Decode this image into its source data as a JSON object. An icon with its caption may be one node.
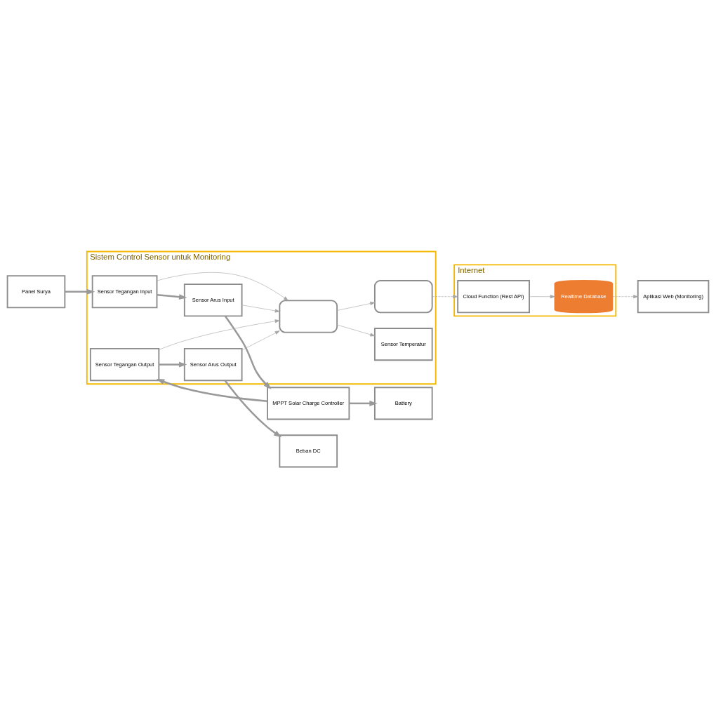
{
  "diagram": {
    "nodes": [
      {
        "text": [
          "Sistem Control Sensor untuk Monitoring"
        ]
      },
      {
        "text": [
          "Sensor Temperatur"
        ],
        "in": 0
      },
      {
        "text": [],
        "shape": "box",
        "in": 0
      },
      {
        "text": [],
        "shape": "box",
        "in": 0
      },
      {
        "text": [
          "Sensor Tegangan Input"
        ],
        "in": 0
      },
      {
        "text": [
          "Sensor Arus Input"
        ],
        "in": 0
      },
      {
        "text": [
          "Sensor Arus Output"
        ],
        "in": 0
      },
      {
        "text": [
          "Sensor Tegangan Output"
        ],
        "in": 0
      },
      {
        "text": [
          "Panel Surya"
        ]
      },
      {
        "text": [
          "Beban DC"
        ]
      },
      {
        "text": [
          "Battery"
        ]
      },
      {
        "text": [
          "MPPT Solar Charge Controller"
        ]
      },
      {
        "text": [
          "Internet"
        ]
      },
      {
        "text": [
          "Realtime Database"
        ],
        "in": 12
      },
      {
        "text": [
          "Cloud Function (Rest API)"
        ],
        "in": 12
      },
      {
        "text": [
          "Aplikasi Web (Monitoring)"
        ]
      }
    ],
    "edges": [
      {
        "from": 2,
        "to": 1,
        "arrow": "to"
      },
      {
        "from": 2,
        "to": 3,
        "arrow": "to"
      },
      {
        "from": 4,
        "to": 2,
        "arrow": "to"
      },
      {
        "from": 5,
        "to": 2,
        "arrow": "to"
      },
      {
        "from": 6,
        "to": 2,
        "arrow": "to"
      },
      {
        "from": 7,
        "to": 2,
        "arrow": "to"
      },
      {
        "from": 8,
        "to": 4,
        "arrow": "to",
        "style": "thick"
      },
      {
        "from": 4,
        "to": 5,
        "arrow": "to",
        "style": "thick"
      },
      {
        "from": 5,
        "to": 11,
        "arrow": "to",
        "style": "thick"
      },
      {
        "from": 11,
        "to": 7,
        "arrow": "to",
        "style": "thick"
      },
      {
        "from": 7,
        "to": 6,
        "arrow": "to",
        "style": "thick"
      },
      {
        "from": 6,
        "to": 9,
        "arrow": "to",
        "style": "thick"
      },
      {
        "from": 11,
        "to": 10,
        "arrow": "to",
        "style": "thick"
      },
      {
        "from": 3,
        "to": 14,
        "arrow": "to",
        "style": "dashed"
      },
      {
        "from": 14,
        "to": 13,
        "arrow": "to"
      },
      {
        "from": 13,
        "to": 15,
        "arrow": "to",
        "style": "dashed"
      }
    ]
  }
}
